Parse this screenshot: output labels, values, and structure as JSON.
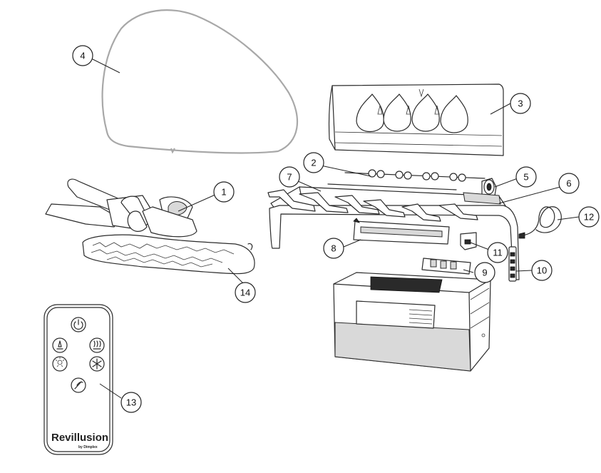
{
  "diagram": {
    "callouts": [
      {
        "id": "1",
        "label": "1"
      },
      {
        "id": "2",
        "label": "2"
      },
      {
        "id": "3",
        "label": "3"
      },
      {
        "id": "4",
        "label": "4"
      },
      {
        "id": "5",
        "label": "5"
      },
      {
        "id": "6",
        "label": "6"
      },
      {
        "id": "7",
        "label": "7"
      },
      {
        "id": "8",
        "label": "8"
      },
      {
        "id": "9",
        "label": "9"
      },
      {
        "id": "10",
        "label": "10"
      },
      {
        "id": "11",
        "label": "11"
      },
      {
        "id": "12",
        "label": "12"
      },
      {
        "id": "13",
        "label": "13"
      },
      {
        "id": "14",
        "label": "14"
      }
    ],
    "remote": {
      "brand": "Revillusion",
      "brand_sub": "by Dimplex"
    }
  }
}
